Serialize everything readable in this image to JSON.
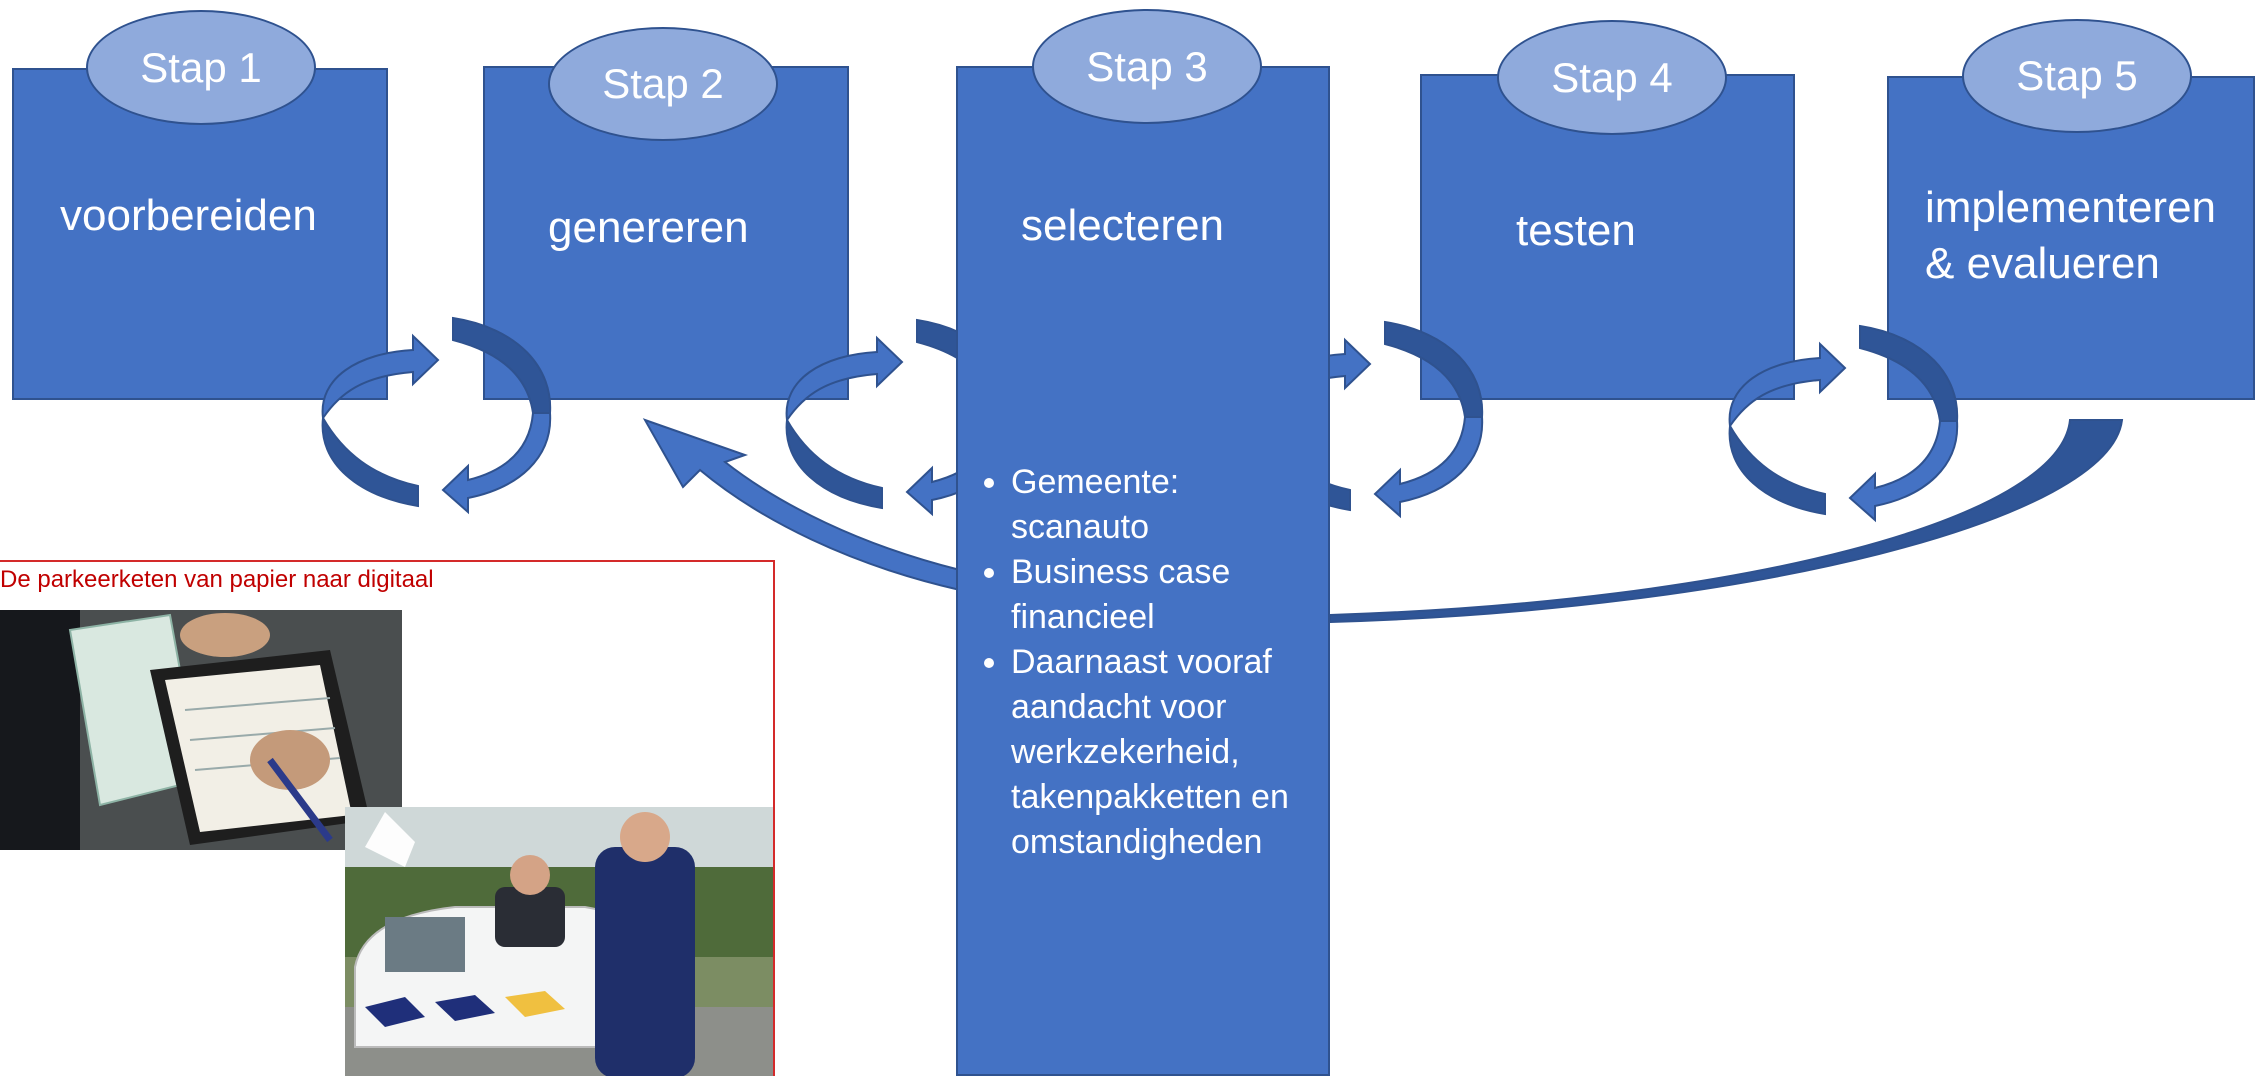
{
  "steps": [
    {
      "label": "Stap 1",
      "text": "voorbereiden"
    },
    {
      "label": "Stap 2",
      "text": "genereren"
    },
    {
      "label": "Stap 3",
      "text": "selecteren"
    },
    {
      "label": "Stap 4",
      "text": "testen"
    },
    {
      "label": "Stap 5",
      "text_line1": "implementeren",
      "text_line2": "& evalueren"
    }
  ],
  "step3_bullets": [
    "Gemeente: scanauto",
    "Business case financieel",
    "Daarnaast vooraf aandacht voor werkzekerheid, takenpakketten en omstandigheden"
  ],
  "image": {
    "caption": "De parkeerketen van papier naar digitaal"
  },
  "colors": {
    "box_fill": "#4472c4",
    "box_border": "#2f528f",
    "oval_fill": "#8faadc",
    "text": "#ffffff",
    "caption_red": "#c00000"
  }
}
